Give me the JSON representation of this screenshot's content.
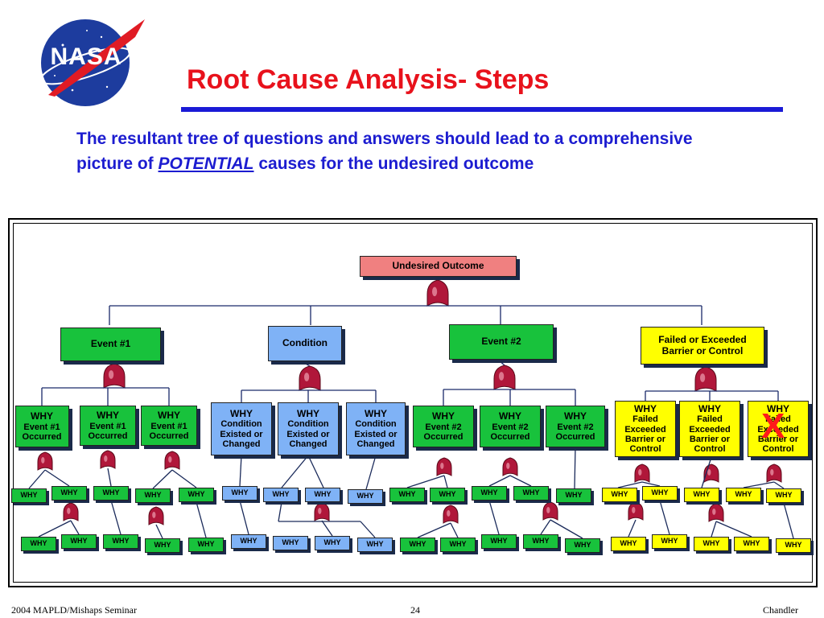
{
  "header": {
    "logo_text": "NASA",
    "title": "Root Cause Analysis- Steps",
    "subtitle_pre": "The resultant tree of questions and answers should lead to a comprehensive picture of",
    "subtitle_emph": "POTENTIAL",
    "subtitle_post": "causes for the undesired outcome"
  },
  "tree": {
    "root": "Undesired Outcome",
    "branches": [
      {
        "label": "Event #1",
        "color": "green"
      },
      {
        "label": "Condition",
        "color": "blue"
      },
      {
        "label": "Event #2",
        "color": "green"
      },
      {
        "label": "Failed or Exceeded Barrier or Control",
        "color": "yellow"
      }
    ],
    "level2": [
      {
        "head": "WHY",
        "body": "Event #1 Occurred"
      },
      {
        "head": "WHY",
        "body": "Condition Existed or Changed"
      },
      {
        "head": "WHY",
        "body": "Event #2 Occurred"
      },
      {
        "head": "WHY",
        "body": "Failed Exceeded Barrier or Control"
      }
    ],
    "leaf_label": "WHY",
    "marker": "X"
  },
  "footer": {
    "left": "2004 MAPLD/Mishaps Seminar",
    "center": "24",
    "right": "Chandler"
  },
  "colors": {
    "title": "#e8121c",
    "subtitle": "#1c1cd0",
    "rule": "#1a1ad6",
    "green": "#18c23c",
    "blue": "#7fb2f6",
    "yellow": "#ffff00",
    "root": "#f08080",
    "gate": "#b0173a"
  }
}
